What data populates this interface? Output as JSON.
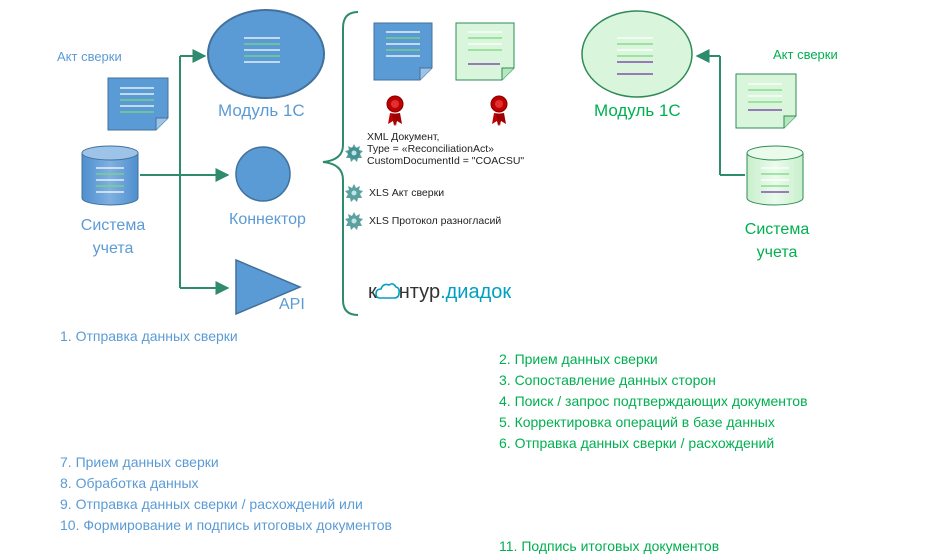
{
  "left": {
    "act_label": "Акт сверки",
    "module_label": "Модуль 1С",
    "system_label_line1": "Система",
    "system_label_line2": "учета",
    "connector_label": "Коннектор",
    "api_label": "API"
  },
  "middle": {
    "items": [
      {
        "line1": "XML Документ,",
        "line2": "Type = «ReconciliationAct»",
        "line3": "CustomDocumentId = \"COACSU\""
      },
      {
        "line1": "XLS Акт сверки"
      },
      {
        "line1": "XLS Протокол разногласий"
      }
    ],
    "logo_text_1": "к",
    "logo_text_2": "нтур",
    "logo_text_3": ".диадок"
  },
  "right": {
    "module_label": "Модуль 1С",
    "act_label": "Акт сверки",
    "system_label_line1": "Система",
    "system_label_line2": "учета"
  },
  "steps_left_top": [
    "1. Отправка данных сверки"
  ],
  "steps_right": [
    "2. Прием данных сверки",
    "3. Сопоставление данных сторон",
    "4. Поиск / запрос подтверждающих документов",
    "5. Корректировка операций в базе данных",
    "6. Отправка данных сверки / расхождений"
  ],
  "steps_left_bottom": [
    "7. Прием данных сверки",
    "8. Обработка данных",
    "9. Отправка данных сверки / расхождений или",
    "10. Формирование и подпись итоговых документов"
  ],
  "steps_right_bottom": [
    "11. Подпись итоговых документов"
  ],
  "colors": {
    "blue_fill": "#5b9bd5",
    "blue_stroke": "#41719c",
    "green_fill": "#d9f5dc",
    "green_stroke": "#2e8b57",
    "green_text": "#00b050",
    "blue_text": "#5b9bd5",
    "arrow_color": "#2e8b6e",
    "seal_color": "#c00000",
    "logo_color": "#00a0c0"
  }
}
